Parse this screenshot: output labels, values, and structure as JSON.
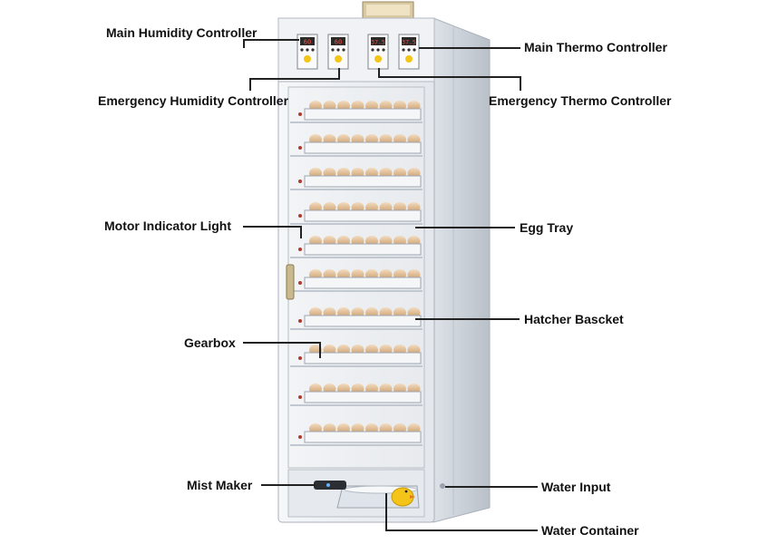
{
  "labels": {
    "main_humidity": "Main Humidity Controller",
    "emergency_humidity": "Emergency Humidity Controller",
    "main_thermo": "Main Thermo Controller",
    "emergency_thermo": "Emergency Thermo Controller",
    "motor_light": "Motor Indicator Light",
    "egg_tray": "Egg Tray",
    "hatcher_basket": "Hatcher Bascket",
    "gearbox": "Gearbox",
    "mist_maker": "Mist Maker",
    "water_input": "Water Input",
    "water_container": "Water Container"
  },
  "displays": [
    "60",
    "60",
    "37.5",
    "37.5"
  ],
  "colors": {
    "cabinet": "#eef1f4",
    "cabinet_shadow": "#c9cfd6",
    "egg": "#e9c9a2",
    "display": "#c0392b",
    "leader": "#222222"
  },
  "icons": [
    "chick-icon",
    "door-handle-icon",
    "mist-maker-icon"
  ]
}
